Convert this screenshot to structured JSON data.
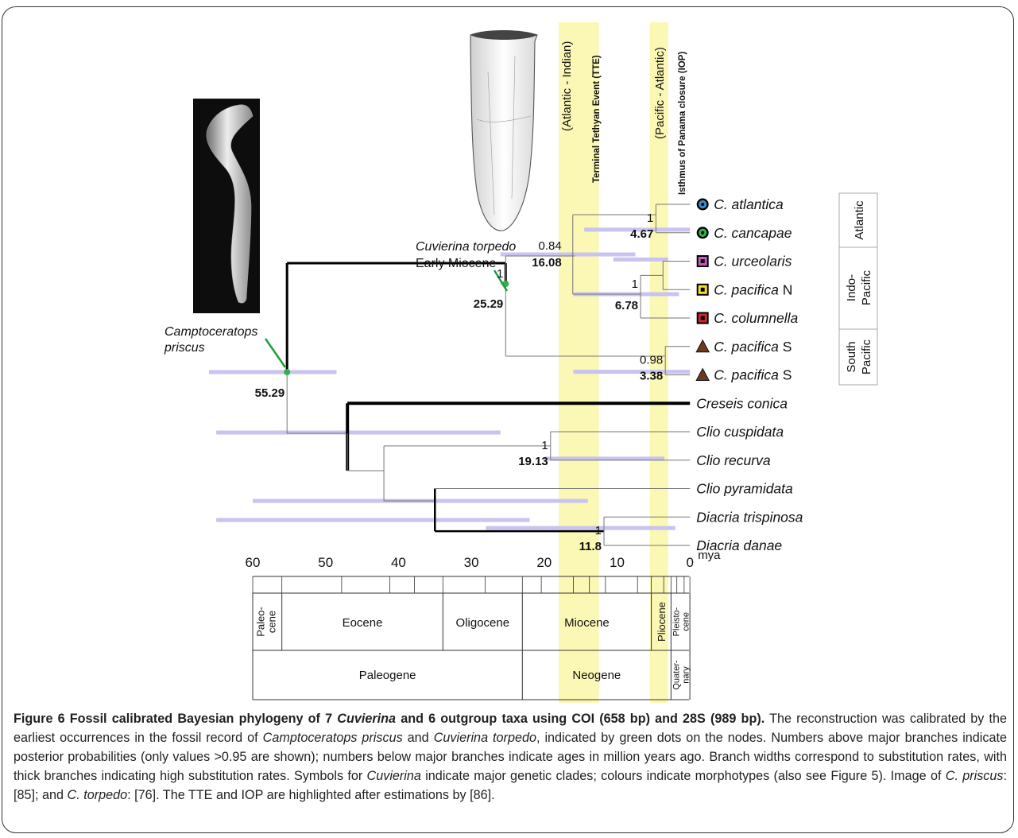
{
  "colors": {
    "band": "#fbf7b4",
    "hpd": "#c8c3ef",
    "branch": "#555555",
    "green_node": "#2fb24a",
    "green_pointer": "#1e9e3c"
  },
  "events": {
    "tte": {
      "top": "(Atlantic - Indian)",
      "bottom": "Terminal Tethyan Event (TTE)",
      "from_mya": 18,
      "to_mya": 12.5
    },
    "iop": {
      "top": "(Pacific - Atlantic)",
      "bottom": "Isthmus of Panama closure (IOP)",
      "from_mya": 5.5,
      "to_mya": 3
    }
  },
  "fossils": {
    "camptoceratops": {
      "label1": "Camptoceratops",
      "label2": "priscus"
    },
    "cuvierina_torpedo": {
      "label1": "Cuvierina torpedo",
      "label2": "Early Miocene"
    }
  },
  "taxa": [
    {
      "label": "C. atlantica",
      "symbol": "circle",
      "color": "#3a8ac8"
    },
    {
      "label": "C. cancapae",
      "symbol": "circle",
      "color": "#2fb24a"
    },
    {
      "label": "C. urceolaris",
      "symbol": "square",
      "color": "#c85bc3"
    },
    {
      "label": "C. pacifica",
      "suffix": " N",
      "symbol": "square",
      "color": "#f5e22c"
    },
    {
      "label": "C. columnella",
      "symbol": "square",
      "color": "#d0262e"
    },
    {
      "label": "C. pacifica",
      "suffix": " S",
      "symbol": "triangle",
      "color": "#6b3a1f"
    },
    {
      "label": "C. pacifica",
      "suffix": " S",
      "symbol": "triangle",
      "color": "#6b3a1f"
    },
    {
      "label": "Creseis conica"
    },
    {
      "label": "Clio cuspidata"
    },
    {
      "label": "Clio recurva"
    },
    {
      "label": "Clio pyramidata"
    },
    {
      "label": "Diacria trispinosa"
    },
    {
      "label": "Diacria danae"
    }
  ],
  "clades": [
    {
      "line1": "Atlantic",
      "line2": ""
    },
    {
      "line1": "Indo-",
      "line2": "Pacific"
    },
    {
      "line1": "South",
      "line2": "Pacific"
    }
  ],
  "nodes": [
    {
      "name": "root",
      "age": "55.29",
      "hpd": [
        66,
        48.5
      ]
    },
    {
      "name": "cuvierina",
      "age": "25.29",
      "support": "1",
      "hpd": [
        26,
        25
      ]
    },
    {
      "name": "cuvierina-inner",
      "age": "16.08",
      "support": "0.84",
      "hpd": [
        26,
        7.5
      ]
    },
    {
      "name": "atl",
      "age": "4.67",
      "support": "1",
      "hpd": [
        14.5,
        0
      ]
    },
    {
      "name": "indo",
      "age": "6.78",
      "support": "1",
      "hpd": [
        16,
        1.5
      ]
    },
    {
      "name": "urceo",
      "age": "",
      "hpd": [
        10.5,
        3
      ]
    },
    {
      "name": "south",
      "age": "3.38",
      "support": "0.98",
      "hpd": [
        16,
        0
      ]
    },
    {
      "name": "outgroup",
      "age": "",
      "hpd": [
        65,
        26
      ]
    },
    {
      "name": "clio-cusp",
      "age": "19.13",
      "support": "1",
      "hpd": [
        20,
        3.5
      ]
    },
    {
      "name": "clio-all",
      "age": "",
      "hpd": [
        65,
        22
      ]
    },
    {
      "name": "clio-pyr-dia",
      "age": "",
      "hpd": [
        60,
        14
      ]
    },
    {
      "name": "diacria",
      "age": "11.8",
      "support": "1",
      "hpd": [
        28,
        2
      ]
    }
  ],
  "axis": {
    "ticks": [
      "60",
      "50",
      "40",
      "30",
      "20",
      "10",
      "0"
    ],
    "unit": "mya"
  },
  "timescale": {
    "epochs": [
      "Paleo-",
      "cene",
      "Eocene",
      "Oligocene",
      "Miocene",
      "Pliocene",
      "Pleisto-",
      "cene"
    ],
    "periods": [
      "Paleogene",
      "Neogene",
      "Quater-",
      "nary"
    ]
  },
  "caption": {
    "fig_label": "Figure 6",
    "title_a": "Fossil calibrated Bayesian phylogeny of 7 ",
    "title_it": "Cuvierina",
    "title_b": " and 6 outgroup taxa using COI (658 bp) and 28S (989 bp).",
    "s1": " The reconstruction was calibrated by the earliest occurrences in the fossil record of ",
    "s1_it1": "Camptoceratops priscus",
    "s1_and": " and ",
    "s1_it2": "Cuvierina torpedo",
    "s2": ", indicated by green dots on the nodes. Numbers above major branches indicate posterior probabilities (only values >0.95 are shown); numbers below major branches indicate ages in million years ago. Branch widths correspond to substitution rates, with thick branches indicating high substitution rates. Symbols for ",
    "s2_it": "Cuvierina",
    "s3": " indicate major genetic clades; colours indicate morphotypes (also see Figure 5). Image of ",
    "s3_it1": "C. priscus",
    "s3_b": ": [85]; and ",
    "s3_it2": "C. torpedo",
    "s3_c": ": [76]. The TTE and IOP are highlighted after estimations by [86]."
  }
}
